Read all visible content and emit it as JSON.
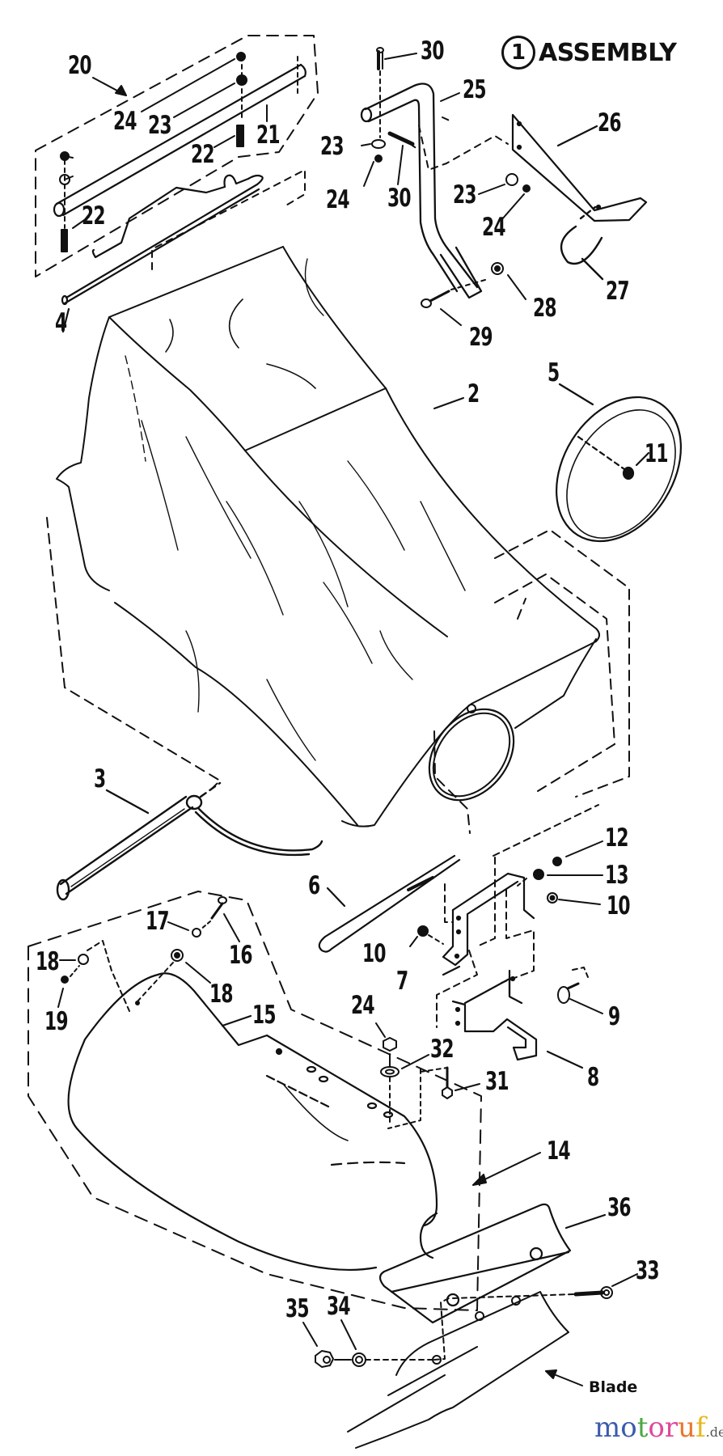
{
  "title": {
    "circle_number": "1",
    "text": "ASSEMBLY"
  },
  "callouts": [
    {
      "id": "c20a",
      "text": "20"
    },
    {
      "id": "c24a",
      "text": "24"
    },
    {
      "id": "c23a",
      "text": "23"
    },
    {
      "id": "c21",
      "text": "21"
    },
    {
      "id": "c22a",
      "text": "22"
    },
    {
      "id": "c22b",
      "text": "22"
    },
    {
      "id": "c30a",
      "text": "30"
    },
    {
      "id": "c25",
      "text": "25"
    },
    {
      "id": "c23b",
      "text": "23"
    },
    {
      "id": "c30b",
      "text": "30"
    },
    {
      "id": "c24b",
      "text": "24"
    },
    {
      "id": "c26",
      "text": "26"
    },
    {
      "id": "c23c",
      "text": "23"
    },
    {
      "id": "c24c",
      "text": "24"
    },
    {
      "id": "c27",
      "text": "27"
    },
    {
      "id": "c28",
      "text": "28"
    },
    {
      "id": "c29",
      "text": "29"
    },
    {
      "id": "c4",
      "text": "4"
    },
    {
      "id": "c2",
      "text": "2"
    },
    {
      "id": "c5",
      "text": "5"
    },
    {
      "id": "c11",
      "text": "11"
    },
    {
      "id": "c3",
      "text": "3"
    },
    {
      "id": "c6",
      "text": "6"
    },
    {
      "id": "c12",
      "text": "12"
    },
    {
      "id": "c13",
      "text": "13"
    },
    {
      "id": "c10a",
      "text": "10"
    },
    {
      "id": "c10b",
      "text": "10"
    },
    {
      "id": "c7",
      "text": "7"
    },
    {
      "id": "c17",
      "text": "17"
    },
    {
      "id": "c16",
      "text": "16"
    },
    {
      "id": "c18a",
      "text": "18"
    },
    {
      "id": "c18b",
      "text": "18"
    },
    {
      "id": "c19",
      "text": "19"
    },
    {
      "id": "c15",
      "text": "15"
    },
    {
      "id": "c24d",
      "text": "24"
    },
    {
      "id": "c32",
      "text": "32"
    },
    {
      "id": "c31",
      "text": "31"
    },
    {
      "id": "c9",
      "text": "9"
    },
    {
      "id": "c8",
      "text": "8"
    },
    {
      "id": "c14",
      "text": "14"
    },
    {
      "id": "c36",
      "text": "36"
    },
    {
      "id": "c33",
      "text": "33"
    },
    {
      "id": "c35",
      "text": "35"
    },
    {
      "id": "c34",
      "text": "34"
    }
  ],
  "blade_label": "Blade",
  "watermark": {
    "letters": [
      {
        "ch": "m",
        "color": "#3b5bab"
      },
      {
        "ch": "o",
        "color": "#3b5bab"
      },
      {
        "ch": "t",
        "color": "#4aa843"
      },
      {
        "ch": "o",
        "color": "#e0489a"
      },
      {
        "ch": "r",
        "color": "#e0489a"
      },
      {
        "ch": "u",
        "color": "#e8772a"
      },
      {
        "ch": "f",
        "color": "#e8b820"
      }
    ],
    "suffix": ".de"
  },
  "colors": {
    "ink": "#111111",
    "paper": "#ffffff"
  }
}
